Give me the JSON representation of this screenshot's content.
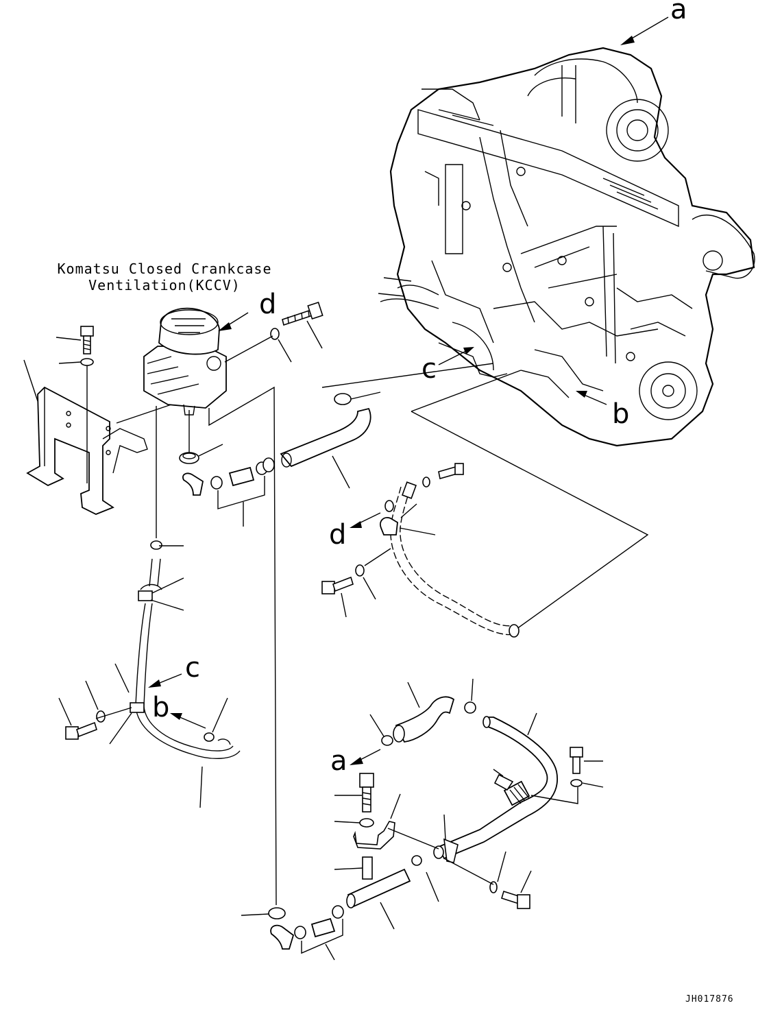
{
  "caption": {
    "line1": "Komatsu Closed Crankcase",
    "line2": "Ventilation(KCCV)"
  },
  "refs": {
    "a_top": "a",
    "b_engine": "b",
    "c_engine": "c",
    "d_kccv": "d",
    "d_pipe": "d",
    "c_tube": "c",
    "b_tube": "b",
    "a_bottom": "a"
  },
  "drawing_code": "JH017876"
}
